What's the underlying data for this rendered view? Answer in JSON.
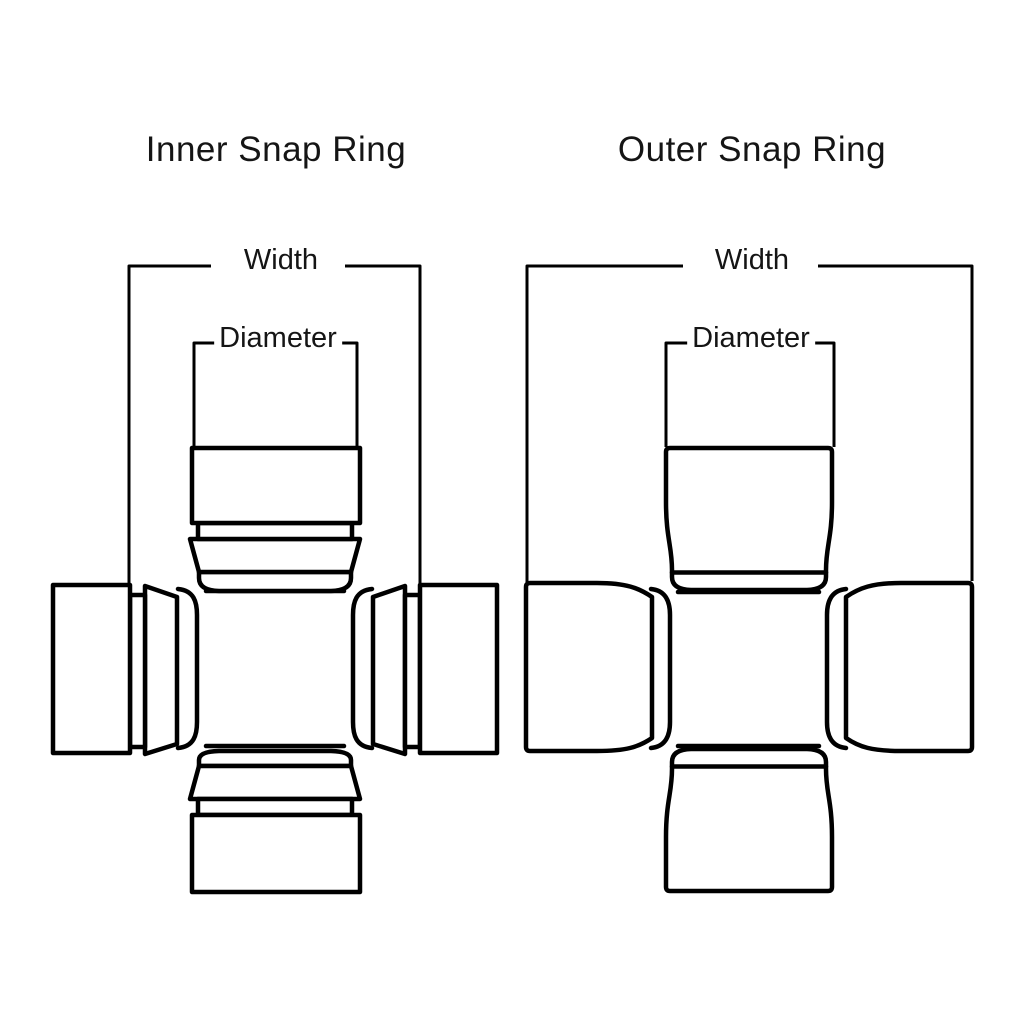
{
  "colors": {
    "background": "#ffffff",
    "line": "#000000",
    "text": "#151515"
  },
  "diagrams": [
    {
      "id": "inner-snap-ring",
      "title": "Inner Snap Ring",
      "width_label": "Width",
      "diameter_label": "Diameter"
    },
    {
      "id": "outer-snap-ring",
      "title": "Outer Snap Ring",
      "width_label": "Width",
      "diameter_label": "Diameter"
    }
  ]
}
